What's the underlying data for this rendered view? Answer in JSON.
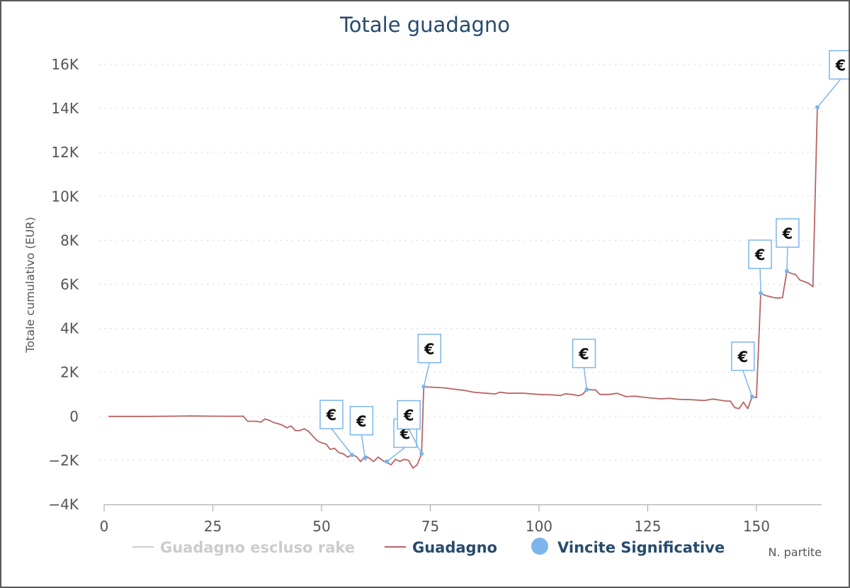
{
  "chart_data": {
    "type": "line",
    "title": "Totale guadagno",
    "xlabel": "N. partite",
    "ylabel": "Totale cumulativo (EUR)",
    "xlim": [
      0,
      165
    ],
    "ylim": [
      -4000,
      16000
    ],
    "x_ticks": [
      0,
      25,
      50,
      75,
      100,
      125,
      150
    ],
    "x_tick_labels": [
      "0",
      "25",
      "50",
      "75",
      "100",
      "125",
      "150"
    ],
    "y_ticks": [
      -4000,
      -2000,
      0,
      2000,
      4000,
      6000,
      8000,
      10000,
      12000,
      14000,
      16000
    ],
    "y_tick_labels": [
      "−4K",
      "−2K",
      "0",
      "2K",
      "4K",
      "6K",
      "8K",
      "10K",
      "12K",
      "14K",
      "16K"
    ],
    "grid": true,
    "legend_position": "bottom",
    "colors": {
      "guadagno": "#b86464",
      "rake": "#cccccc",
      "vincite": "#7cb5ec",
      "title": "#274b6d"
    },
    "series": [
      {
        "name": "Guadagno escluso rake",
        "hidden": true,
        "points": []
      },
      {
        "name": "Guadagno",
        "points": [
          [
            1,
            0
          ],
          [
            10,
            0
          ],
          [
            20,
            20
          ],
          [
            25,
            10
          ],
          [
            30,
            5
          ],
          [
            32,
            10
          ],
          [
            33,
            -220
          ],
          [
            35,
            -220
          ],
          [
            36,
            -260
          ],
          [
            37,
            -120
          ],
          [
            38,
            -180
          ],
          [
            39,
            -280
          ],
          [
            40,
            -330
          ],
          [
            41,
            -400
          ],
          [
            42,
            -520
          ],
          [
            43,
            -430
          ],
          [
            44,
            -650
          ],
          [
            45,
            -640
          ],
          [
            46,
            -560
          ],
          [
            47,
            -680
          ],
          [
            48,
            -900
          ],
          [
            49,
            -1100
          ],
          [
            50,
            -1200
          ],
          [
            51,
            -1250
          ],
          [
            52,
            -1500
          ],
          [
            53,
            -1450
          ],
          [
            54,
            -1650
          ],
          [
            55,
            -1700
          ],
          [
            56,
            -1850
          ],
          [
            57,
            -1750
          ],
          [
            58,
            -1820
          ],
          [
            59,
            -2050
          ],
          [
            60,
            -1800
          ],
          [
            61,
            -1900
          ],
          [
            62,
            -2050
          ],
          [
            63,
            -1850
          ],
          [
            64,
            -2000
          ],
          [
            65,
            -2100
          ],
          [
            66,
            -2200
          ],
          [
            67,
            -1950
          ],
          [
            68,
            -2050
          ],
          [
            69,
            -1950
          ],
          [
            70,
            -2000
          ],
          [
            71,
            -2350
          ],
          [
            72,
            -2200
          ],
          [
            73,
            -1700
          ],
          [
            73.5,
            1350
          ],
          [
            75,
            1330
          ],
          [
            78,
            1300
          ],
          [
            80,
            1250
          ],
          [
            83,
            1180
          ],
          [
            85,
            1100
          ],
          [
            88,
            1050
          ],
          [
            90,
            1020
          ],
          [
            91,
            1100
          ],
          [
            93,
            1050
          ],
          [
            96,
            1060
          ],
          [
            100,
            1000
          ],
          [
            103,
            980
          ],
          [
            105,
            950
          ],
          [
            106,
            1030
          ],
          [
            108,
            990
          ],
          [
            109,
            940
          ],
          [
            110,
            1000
          ],
          [
            111,
            1220
          ],
          [
            113,
            1200
          ],
          [
            114,
            1000
          ],
          [
            116,
            1000
          ],
          [
            118,
            1050
          ],
          [
            120,
            900
          ],
          [
            122,
            920
          ],
          [
            125,
            850
          ],
          [
            128,
            800
          ],
          [
            130,
            820
          ],
          [
            132,
            780
          ],
          [
            135,
            760
          ],
          [
            138,
            720
          ],
          [
            140,
            790
          ],
          [
            143,
            700
          ],
          [
            144,
            700
          ],
          [
            145,
            400
          ],
          [
            146,
            350
          ],
          [
            147,
            650
          ],
          [
            148,
            350
          ],
          [
            149,
            900
          ],
          [
            150,
            850
          ],
          [
            151,
            5600
          ],
          [
            152,
            5500
          ],
          [
            154,
            5400
          ],
          [
            155,
            5380
          ],
          [
            156,
            5400
          ],
          [
            157,
            6600
          ],
          [
            158,
            6500
          ],
          [
            159,
            6450
          ],
          [
            160,
            6200
          ],
          [
            162,
            6050
          ],
          [
            163,
            5900
          ],
          [
            164,
            14050
          ]
        ]
      },
      {
        "name": "Vincite Significative",
        "marker": "€",
        "points": [
          [
            57,
            -1750
          ],
          [
            60,
            -1900
          ],
          [
            65,
            -2050
          ],
          [
            73,
            -1700
          ],
          [
            73.5,
            1350
          ],
          [
            111,
            1220
          ],
          [
            149,
            900
          ],
          [
            151,
            5600
          ],
          [
            157,
            6600
          ],
          [
            164,
            14050
          ]
        ]
      }
    ]
  }
}
